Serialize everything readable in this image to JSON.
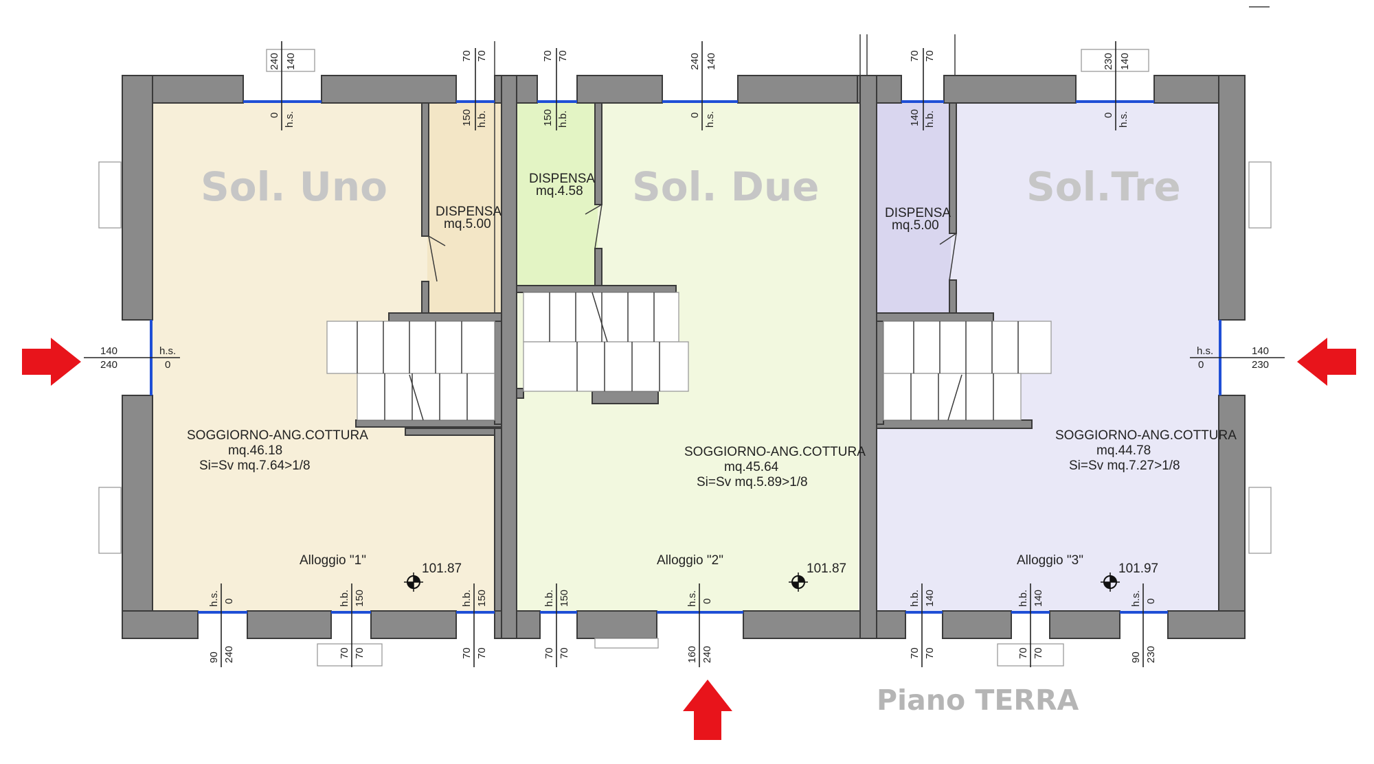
{
  "units": [
    {
      "name": "Sol. Uno",
      "pantry_label": "DISPENSA",
      "pantry_area": "mq.5.00",
      "living_label": "SOGGIORNO-ANG.COTTURA",
      "living_area": "mq.46.18",
      "ratio": "Si=Sv mq.7.64>1/8",
      "dwelling": "Alloggio \"1\"",
      "elevation": "101.87",
      "fill": "#f7efd9",
      "pantry_fill": "#f3e6c6"
    },
    {
      "name": "Sol. Due",
      "pantry_label": "DISPENSA",
      "pantry_area": "mq.4.58",
      "living_label": "SOGGIORNO-ANG.COTTURA",
      "living_area": "mq.45.64",
      "ratio": "Si=Sv mq.5.89>1/8",
      "dwelling": "Alloggio \"2\"",
      "elevation": "101.87",
      "fill": "#f2f8df",
      "pantry_fill": "#e3f4c4"
    },
    {
      "name": "Sol.Tre",
      "pantry_label": "DISPENSA",
      "pantry_area": "mq.5.00",
      "living_label": "SOGGIORNO-ANG.COTTURA",
      "living_area": "mq.44.78",
      "ratio": "Si=Sv mq.7.27>1/8",
      "dwelling": "Alloggio \"3\"",
      "elevation": "101.97",
      "fill": "#e9e8f7",
      "pantry_fill": "#d9d6ef"
    }
  ],
  "floor_title": "Piano TERRA",
  "dims": {
    "hs": "h.s.",
    "hb": "h.b.",
    "top": [
      "140",
      "240",
      "0",
      "70",
      "70",
      "150",
      "70",
      "70",
      "150",
      "140",
      "240",
      "0",
      "70",
      "70",
      "140",
      "140",
      "230",
      "0"
    ],
    "bottom": [
      "0",
      "150",
      "150",
      "150",
      "0",
      "140",
      "140",
      "0",
      "90",
      "240",
      "70",
      "70",
      "70",
      "70",
      "70",
      "70",
      "160",
      "240",
      "70",
      "70",
      "70",
      "70",
      "90",
      "230"
    ],
    "side_left": [
      "140",
      "240",
      "0"
    ],
    "side_right": [
      "140",
      "230",
      "0"
    ]
  },
  "colors": {
    "arrow": "#e8141b",
    "glass": "#1f4fd6",
    "wall": "#8a8a8a"
  }
}
